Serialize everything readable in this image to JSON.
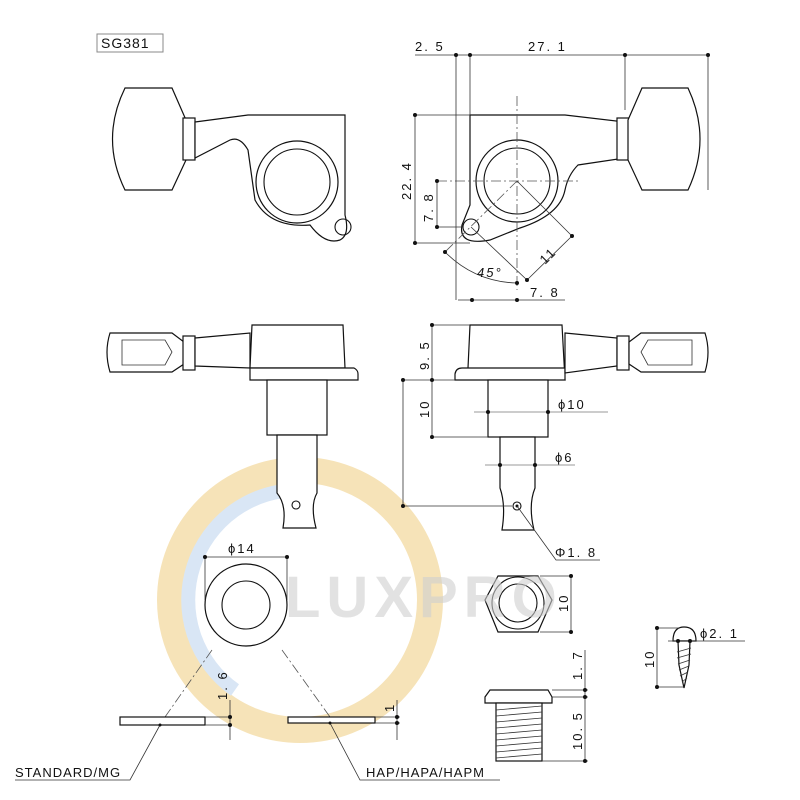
{
  "model_label": "SG381",
  "watermark": {
    "text": "LUXPRO",
    "ring_color": "#f6e3b8",
    "inner_ring_color": "#d9e6f5",
    "text_color": "#d8d8d8"
  },
  "front_view": {
    "dim_offset": "2. 5",
    "dim_length": "27. 1",
    "dim_height": "22. 4",
    "dim_hole_height": "7. 8",
    "dim_hole_radius": "11",
    "dim_angle": "45°",
    "dim_hole_offset": "7. 8"
  },
  "side_view": {
    "dim_body_height": "9. 5",
    "dim_bushing_height": "10",
    "dim_bushing_dia": "ϕ10",
    "dim_post_dia": "ϕ6",
    "dim_string_hole": "Φ1. 8"
  },
  "washer": {
    "dim_dia": "ϕ14",
    "dim_standard_thickness": "1. 6",
    "dim_hap_thickness": "1",
    "label_standard": "STANDARD/MG",
    "label_hap": "HAP/HAPA/HAPM"
  },
  "nut": {
    "dim_width": "10",
    "dim_flange": "1. 7",
    "dim_length": "10. 5"
  },
  "screw": {
    "dim_length": "10",
    "dim_dia": "ϕ2. 1"
  }
}
